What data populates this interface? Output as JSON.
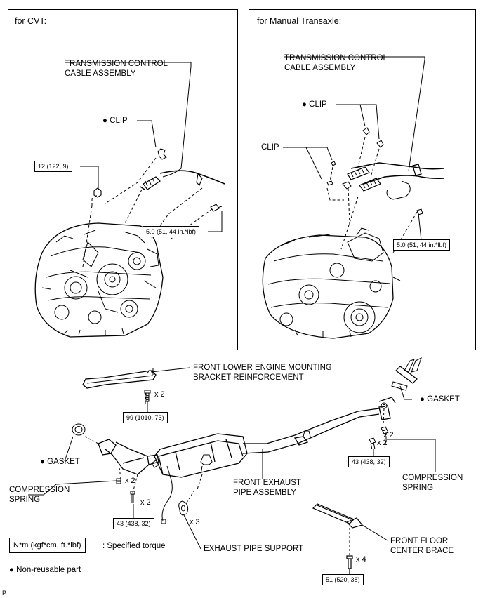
{
  "cvt_panel": {
    "title": "for CVT:",
    "cable_label": [
      "TRANSMISSION CONTROL",
      "CABLE ASSEMBLY"
    ],
    "clip_label": "● CLIP",
    "torque_nut": "12 (122, 9)",
    "torque_bolt": "5.0 (51, 44 in.*lbf)"
  },
  "mt_panel": {
    "title": "for Manual Transaxle:",
    "cable_label": [
      "TRANSMISSION CONTROL",
      "CABLE ASSEMBLY"
    ],
    "clip_label_top": "● CLIP",
    "clip_label_left": "CLIP",
    "torque_bolt": "5.0 (51, 44 in.*lbf)"
  },
  "exhaust": {
    "bracket_label": [
      "FRONT LOWER ENGINE MOUNTING",
      "BRACKET REINFORCEMENT"
    ],
    "bracket_qty": "x 2",
    "bracket_torque": "99 (1010, 73)",
    "gasket_right": "● GASKET",
    "gasket_left": "● GASKET",
    "spring_right_qty": "x 2",
    "bolt_right_qty": "x 2",
    "right_torque": "43 (438, 32)",
    "spring_right_label": [
      "COMPRESSION",
      "SPRING"
    ],
    "spring_left_label": [
      "COMPRESSION",
      "SPRING"
    ],
    "spring_left_qty": "x 2",
    "bolt_left_qty": "x 2",
    "left_torque": "43 (438, 32)",
    "pipe_label": [
      "FRONT EXHAUST",
      "PIPE ASSEMBLY"
    ],
    "support_qty": "x 3",
    "support_label": "EXHAUST PIPE SUPPORT",
    "brace_label": [
      "FRONT FLOOR",
      "CENTER BRACE"
    ],
    "brace_qty": "x 4",
    "brace_torque": "51 (520, 38)"
  },
  "legend": {
    "units": "N*m (kgf*cm, ft.*lbf)",
    "units_desc": ": Specified torque",
    "non_reusable": "● Non-reusable part"
  },
  "corner_mark": "P"
}
